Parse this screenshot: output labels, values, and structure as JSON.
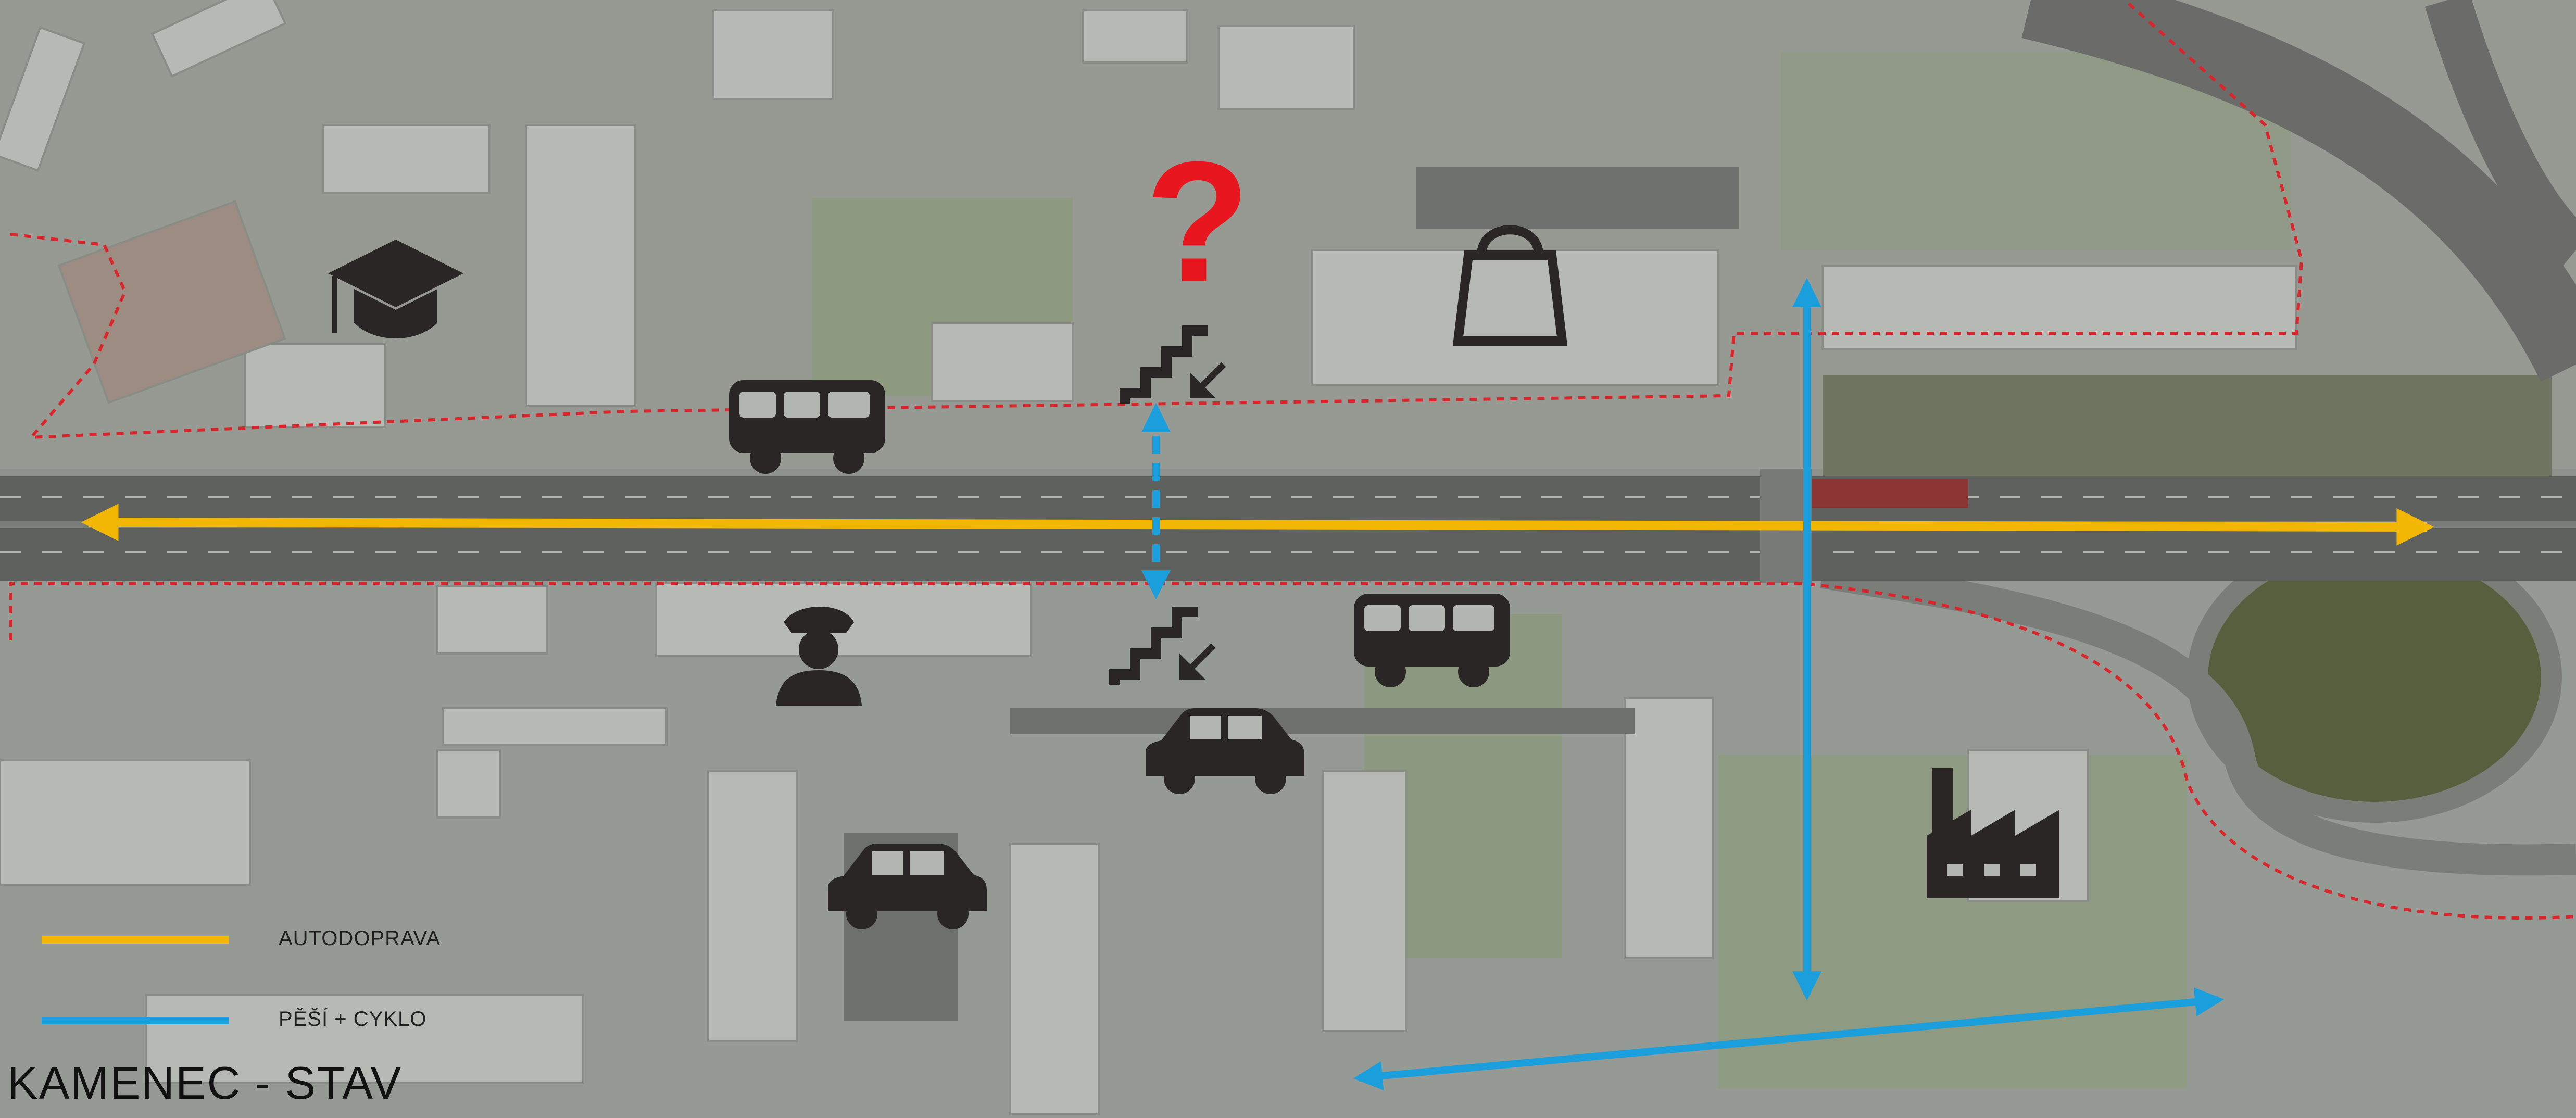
{
  "title": "KAMENEC - STAV",
  "colors": {
    "car_traffic": "#f2b705",
    "pedestrian_cycle": "#1a9fdc",
    "boundary": "#d8262c",
    "question_mark": "#e8171f",
    "icon": "#2a2626"
  },
  "legend": [
    {
      "label": "AUTODOPRAVA",
      "color": "#f2b705"
    },
    {
      "label": "PĚŠÍ + CYKLO",
      "color": "#1a9fdc"
    }
  ],
  "icons": [
    "graduation-cap-icon",
    "bus-icon",
    "question-mark-icon",
    "stairs-down-icon",
    "shopping-bag-icon",
    "police-officer-icon",
    "car-icon",
    "factory-icon"
  ],
  "question_mark": "?"
}
